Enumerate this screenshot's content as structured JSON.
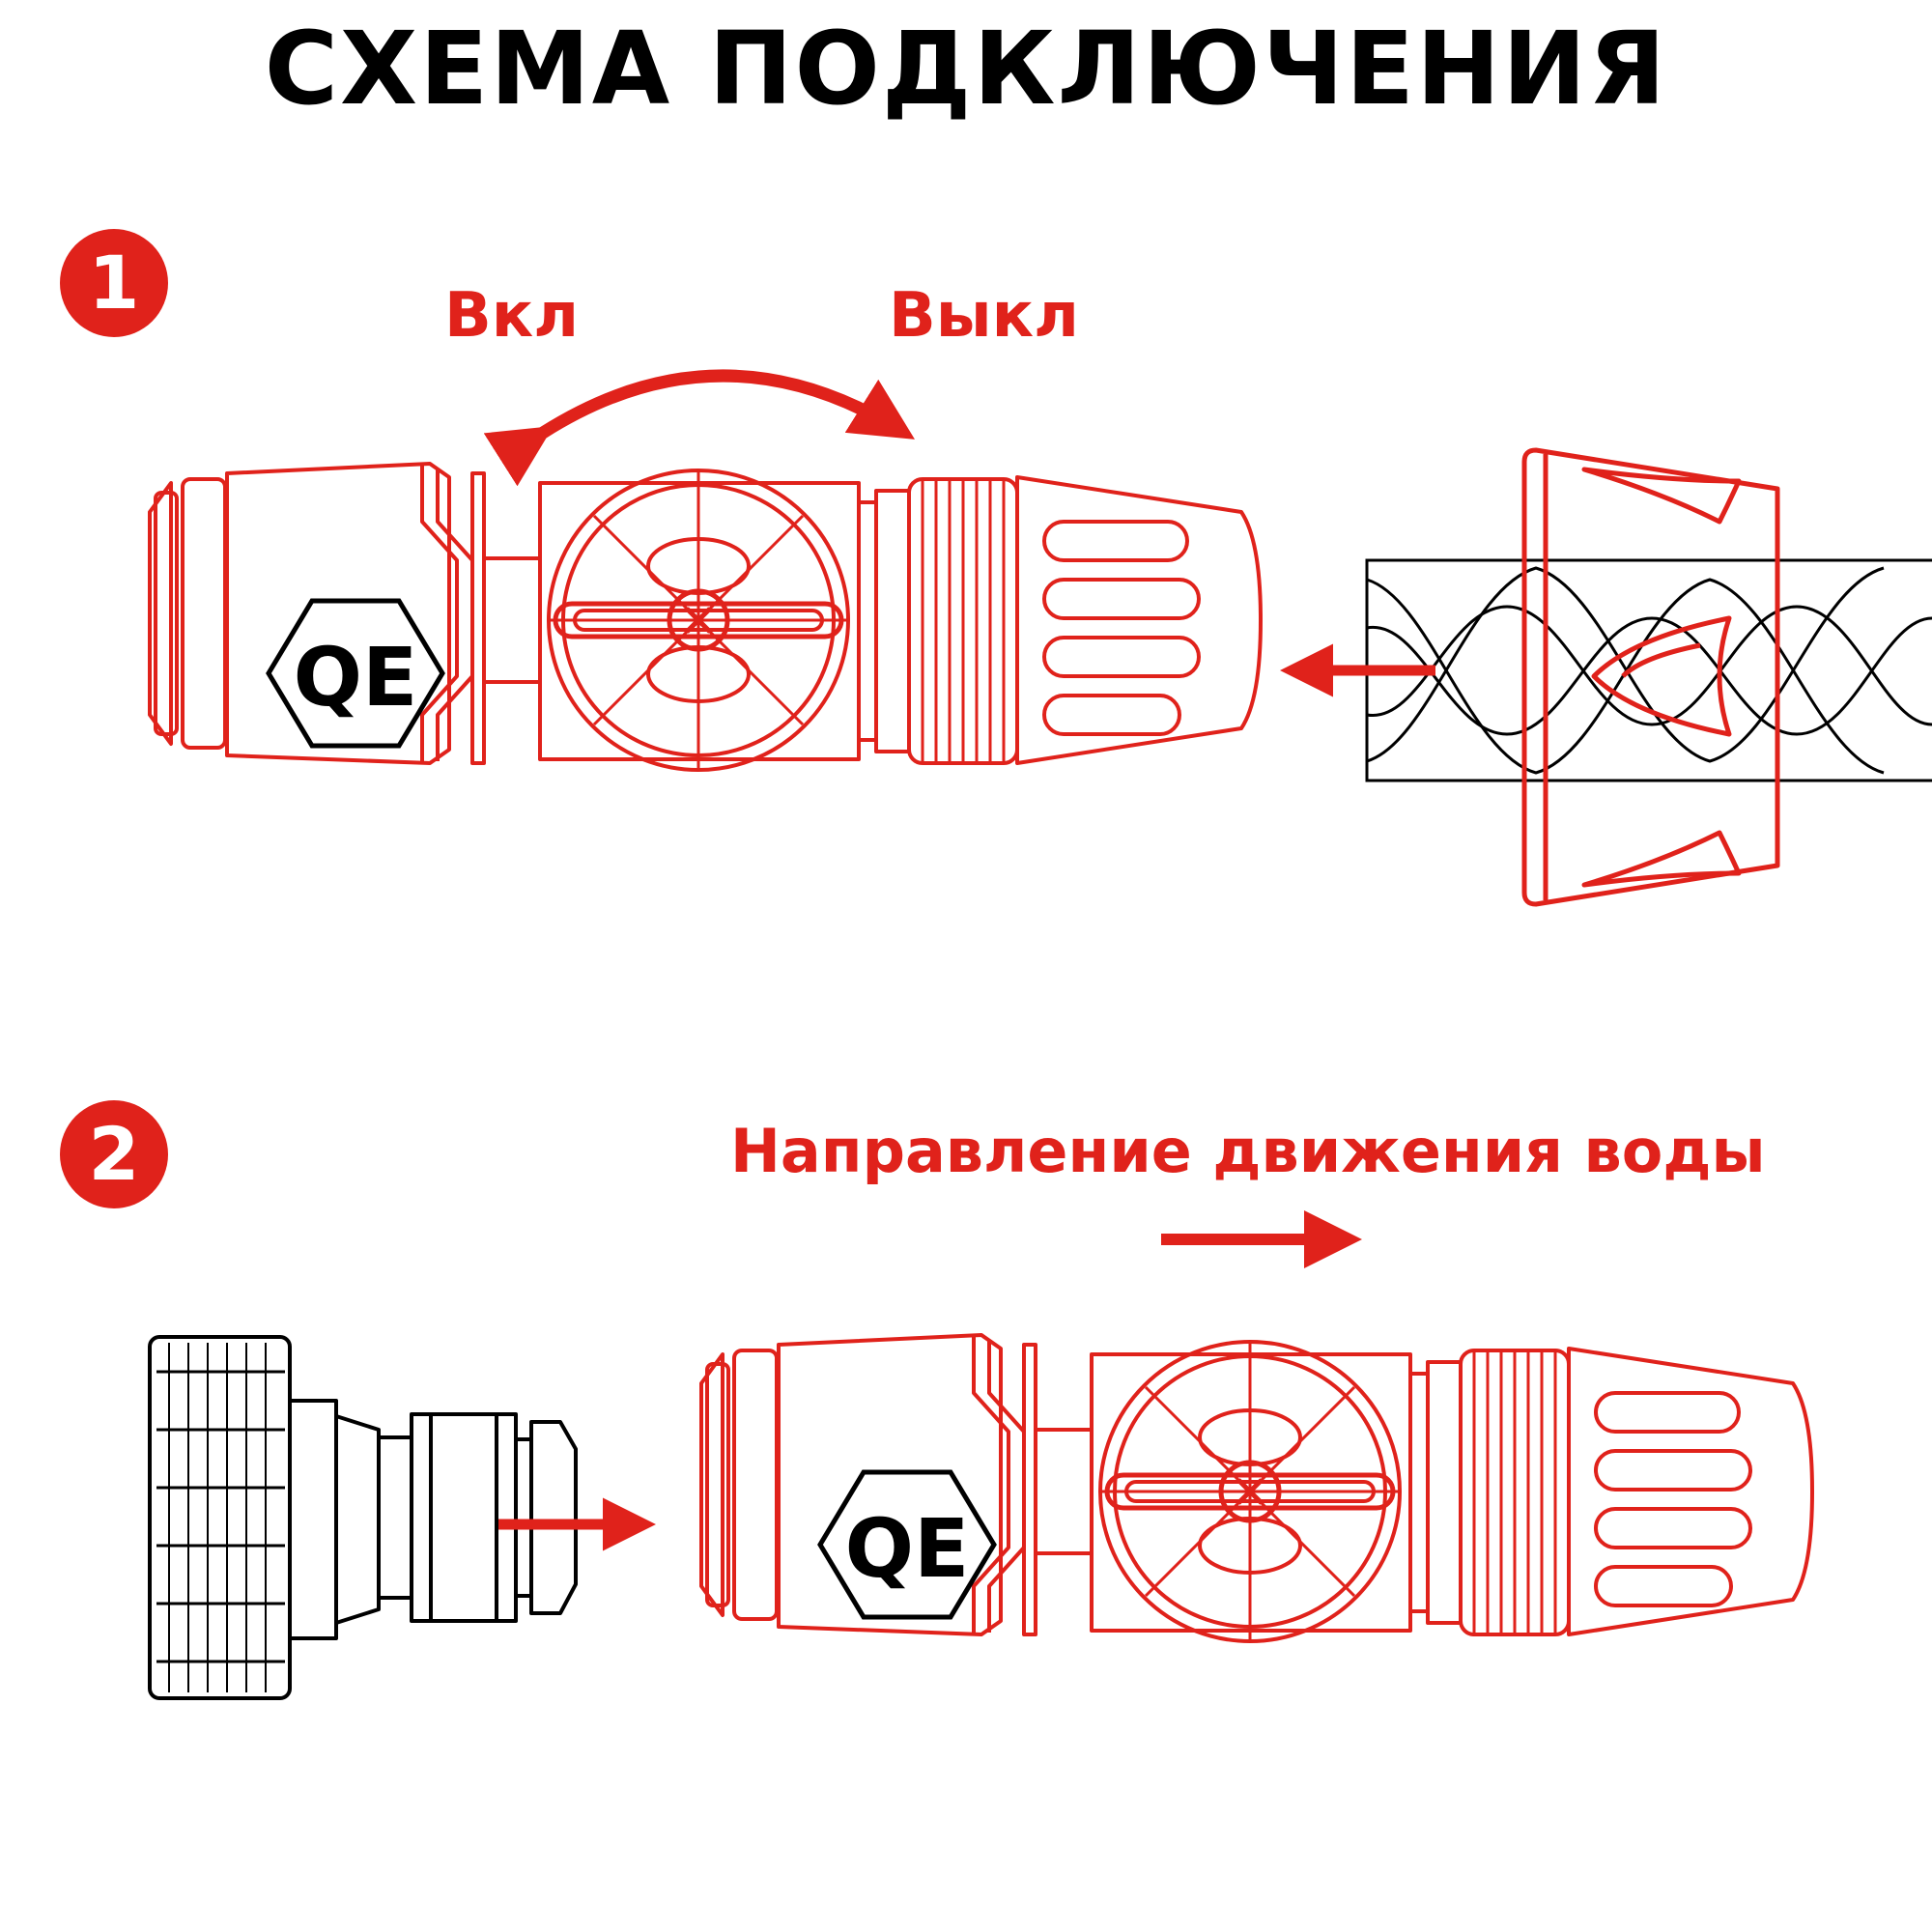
{
  "title": "СХЕМА ПОДКЛЮЧЕНИЯ",
  "step1": {
    "number": "1",
    "on_label": "Вкл",
    "off_label": "Выкл"
  },
  "step2": {
    "number": "2",
    "flow_label": "Направление движения воды"
  },
  "logo_text": "QE",
  "colors": {
    "accent": "#e0221b",
    "ink": "#000000",
    "background": "#ffffff"
  },
  "icons": [
    "curved-double-arrow-icon",
    "arrow-left-icon",
    "arrow-right-icon",
    "qe-logo-icon",
    "screw-cross-icon"
  ]
}
